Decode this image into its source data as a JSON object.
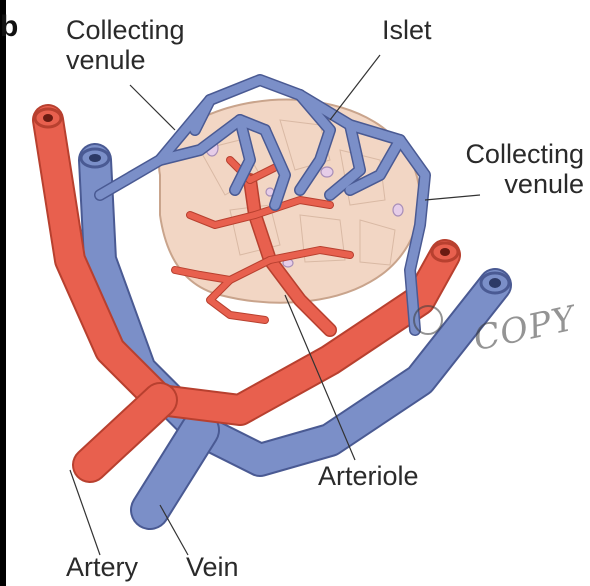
{
  "figure": {
    "panel_letter": "b",
    "labels": {
      "collecting_venule_top": "Collecting venule",
      "islet": "Islet",
      "collecting_venule_right": "Collecting venule",
      "arteriole": "Arteriole",
      "artery": "Artery",
      "vein": "Vein"
    },
    "watermark_text": "COPY"
  },
  "colors": {
    "artery": "#e8604e",
    "artery_dark": "#b8402f",
    "vein": "#7b8fc8",
    "vein_dark": "#4a5a93",
    "islet": "#f2d6c4",
    "islet_outline": "#c9a48c"
  }
}
